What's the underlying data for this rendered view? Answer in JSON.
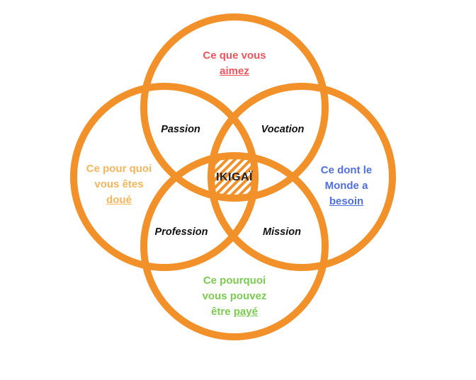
{
  "colors": {
    "ring": "#F2912A",
    "love": "#F0555D",
    "good": "#F6B55A",
    "need": "#4F6FE0",
    "paid": "#7ACB4F",
    "inner": "#111111"
  },
  "circles": {
    "top": {
      "line1": "Ce que vous",
      "underlined": "aimez"
    },
    "left": {
      "line1": "Ce pour quoi",
      "line2": "vous êtes",
      "underlined": "doué"
    },
    "right": {
      "line1": "Ce dont le",
      "line2": "Monde a",
      "underlined": "besoin"
    },
    "bottom": {
      "line1": "Ce pourquoi",
      "line2": "vous pouvez",
      "line3_prefix": "être ",
      "underlined": "payé"
    }
  },
  "overlaps": {
    "passion": "Passion",
    "vocation": "Vocation",
    "profession": "Profession",
    "mission": "Mission"
  },
  "center": {
    "label": "IKIGAÏ"
  }
}
